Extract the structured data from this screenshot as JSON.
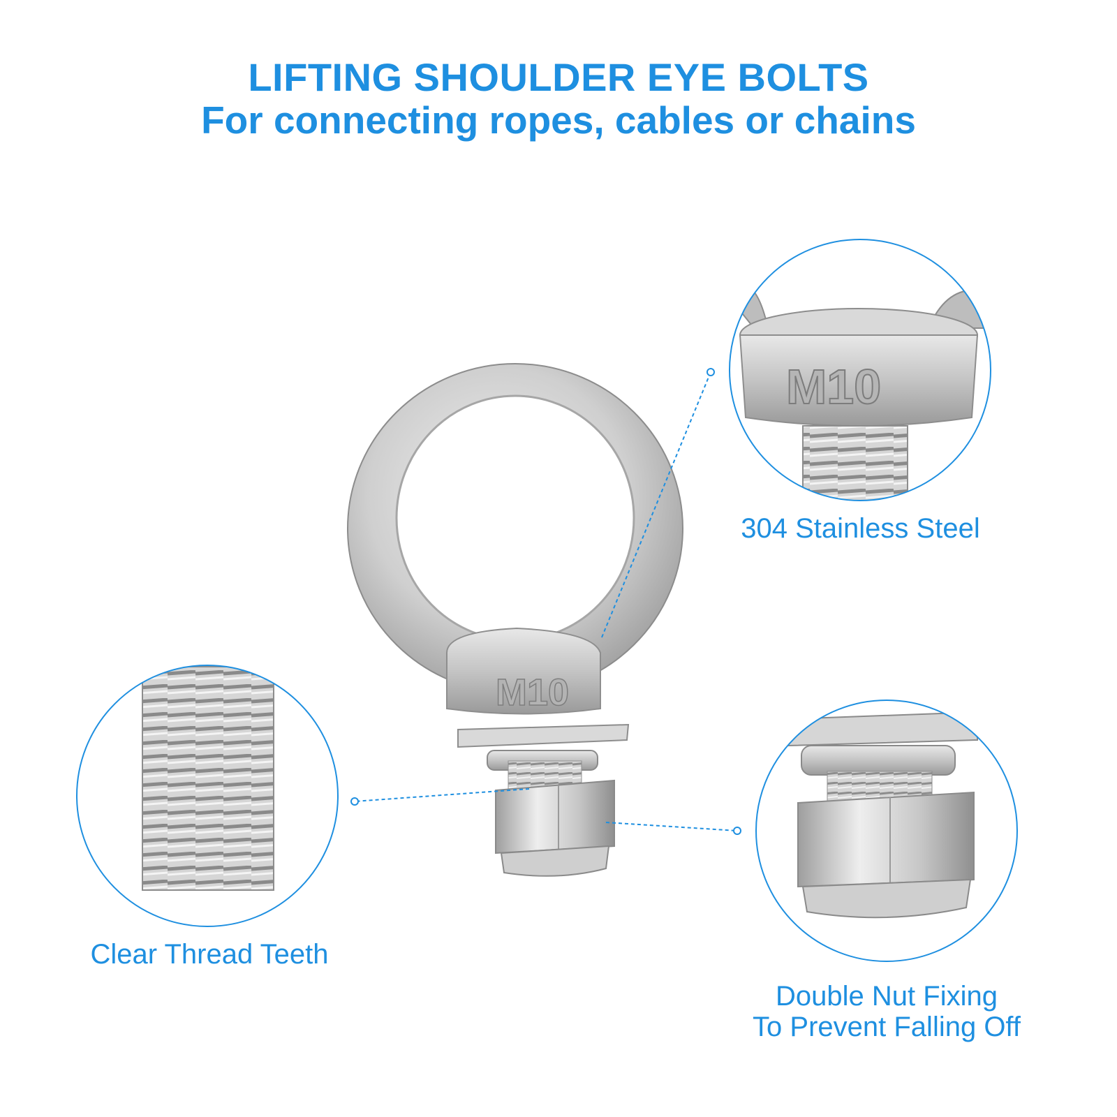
{
  "header": {
    "title": "LIFTING SHOULDER EYE BOLTS",
    "subtitle": "For connecting ropes, cables or chains"
  },
  "callouts": {
    "material": "304 Stainless Steel",
    "thread": "Clear Thread Teeth",
    "nut_line1": "Double Nut Fixing",
    "nut_line2": "To Prevent Falling Off"
  },
  "product": {
    "marking": "M10"
  },
  "colors": {
    "accent": "#1e8fe0",
    "steel": "#c9c9c9"
  }
}
